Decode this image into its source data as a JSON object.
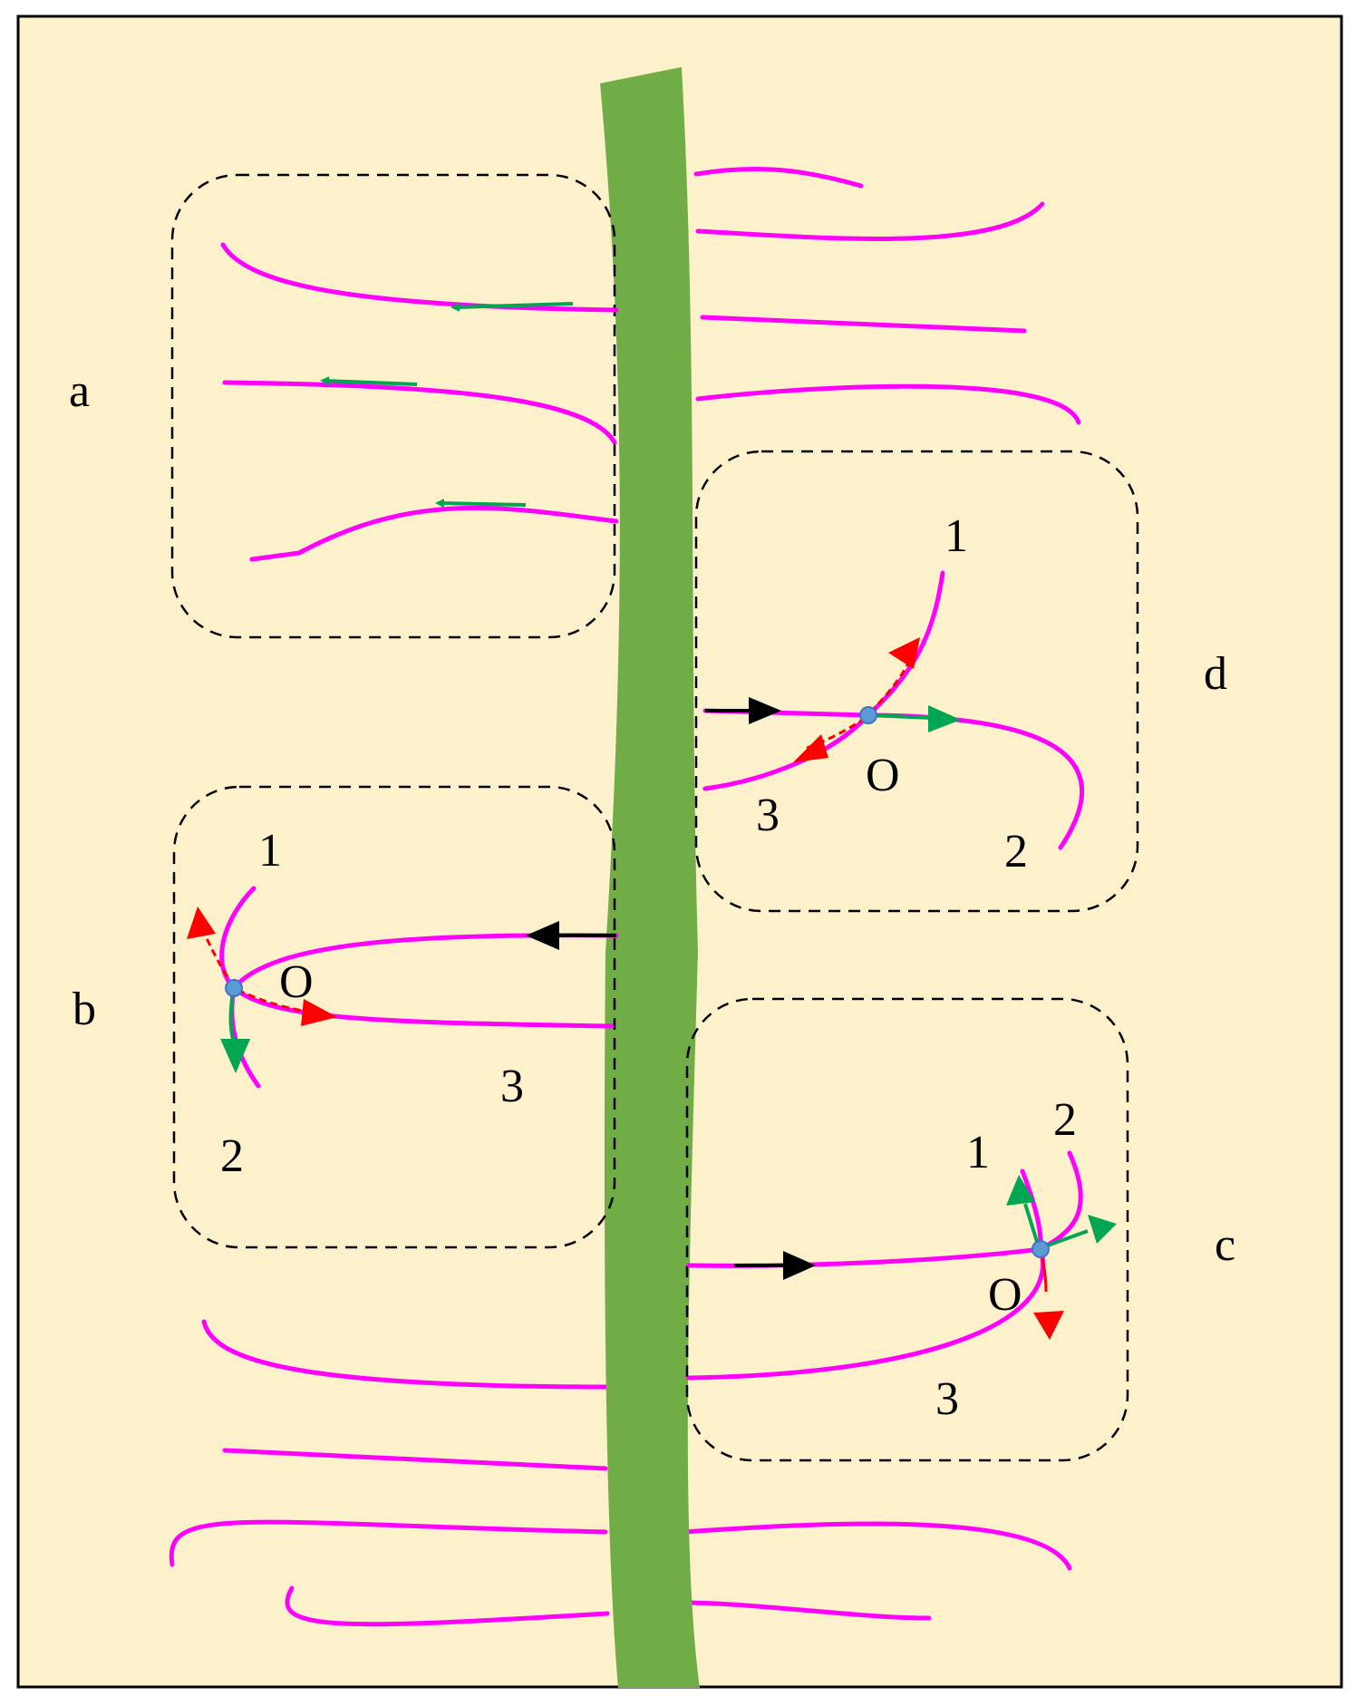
{
  "colors": {
    "background": "#FDF1CC",
    "stem": "#70AD47",
    "fiber": "#FF00FF",
    "arrow_green": "#00A651",
    "arrow_red": "#FF0000",
    "arrow_black": "#000000",
    "node": "#5B9BD5",
    "box": "#000000"
  },
  "regions": {
    "a": {
      "label": "a"
    },
    "b": {
      "label": "b",
      "origin": "O",
      "branch_1": "1",
      "branch_2": "2",
      "branch_3": "3"
    },
    "c": {
      "label": "c",
      "origin": "O",
      "branch_1": "1",
      "branch_2": "2",
      "branch_3": "3"
    },
    "d": {
      "label": "d",
      "origin": "O",
      "branch_1": "1",
      "branch_2": "2",
      "branch_3": "3"
    }
  }
}
